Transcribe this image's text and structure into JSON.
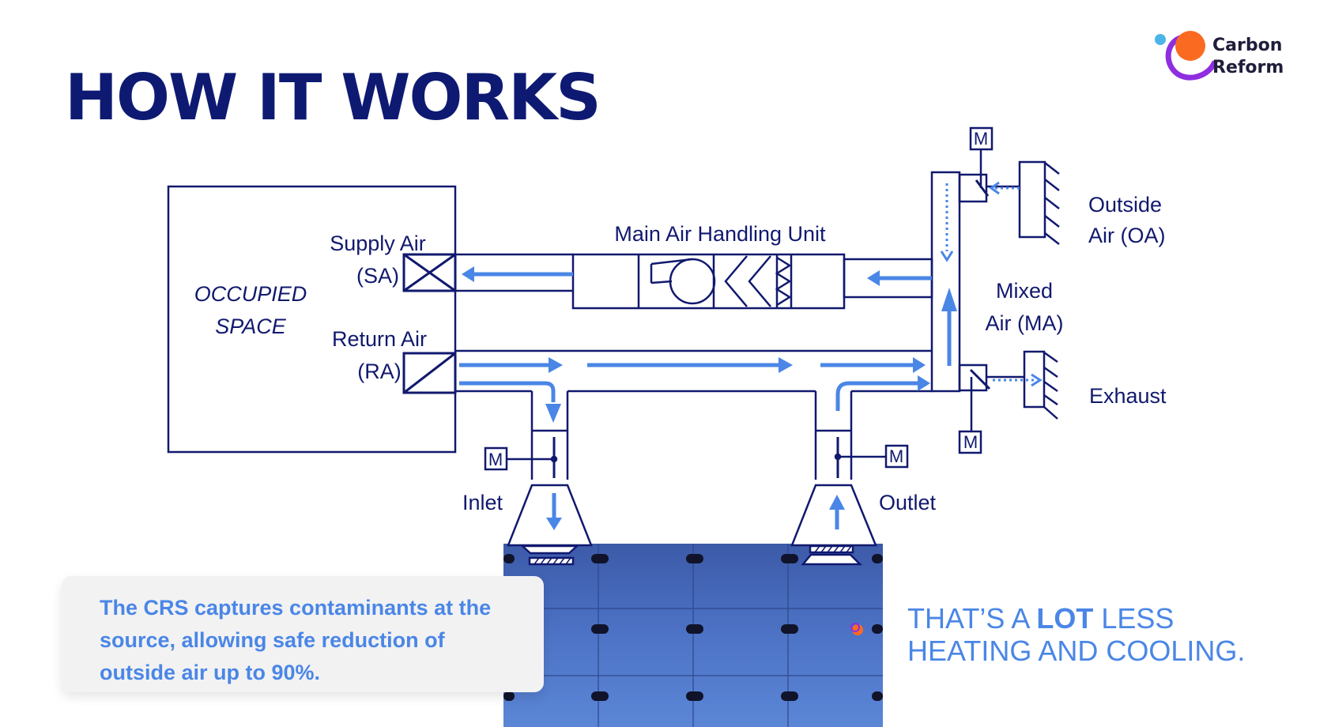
{
  "header": {
    "title": "HOW IT WORKS",
    "logo": {
      "line1": "Carbon",
      "line2": "Reform",
      "icon": "carbon-reform-logo"
    }
  },
  "diagram": {
    "occupied_space": {
      "line1": "OCCUPIED",
      "line2": "SPACE"
    },
    "supply_air": {
      "line1": "Supply Air",
      "line2": "(SA)"
    },
    "return_air": {
      "line1": "Return Air",
      "line2": "(RA)"
    },
    "main_ahu": "Main Air Handling Unit",
    "mixed_air": {
      "line1": "Mixed",
      "line2": "Air (MA)"
    },
    "outside_air": {
      "line1": "Outside",
      "line2": "Air (OA)"
    },
    "exhaust": "Exhaust",
    "inlet": "Inlet",
    "outlet": "Outlet",
    "motor": "M",
    "colors": {
      "line": "#11196e",
      "flow": "#4a86e6",
      "unit": "#3e5fb0"
    }
  },
  "callout": {
    "text": "The CRS captures contaminants at the source, allowing safe reduction of outside air up to 90%."
  },
  "tagline": {
    "before": "THAT’S A ",
    "bold": "LOT",
    "after": " LESS",
    "line2": "HEATING AND COOLING."
  }
}
